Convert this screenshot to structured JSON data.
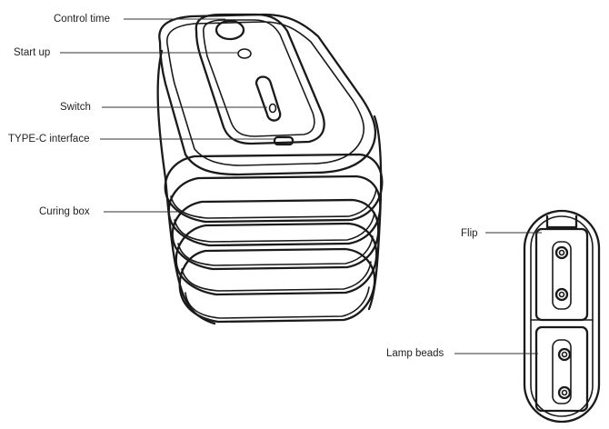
{
  "diagram": {
    "labels": {
      "control_time": "Control time",
      "start_up": "Start up",
      "switch": "Switch",
      "type_c": "TYPE-C interface",
      "curing_box": "Curing box",
      "flip": "Flip",
      "lamp_beads": "Lamp beads"
    },
    "colors": {
      "line": "#1a1a1a",
      "text": "#222222",
      "background": "#ffffff"
    }
  }
}
